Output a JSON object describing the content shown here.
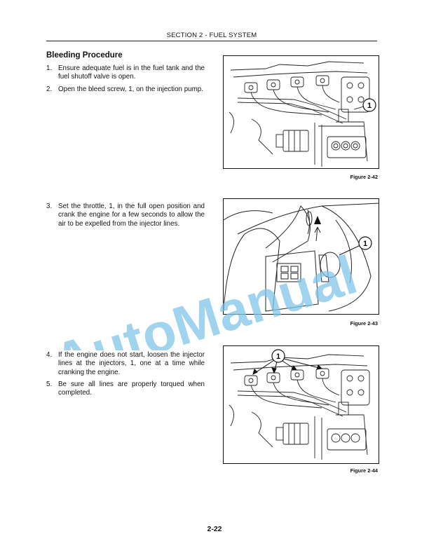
{
  "header": {
    "section_title": "SECTION 2 - FUEL SYSTEM"
  },
  "procedure": {
    "heading": "Bleeding Procedure",
    "steps": [
      {
        "number": "1.",
        "text": "Ensure adequate fuel is in the fuel tank and the fuel shutoff valve is open."
      },
      {
        "number": "2.",
        "text": "Open the bleed screw, 1, on the injection pump."
      },
      {
        "number": "3.",
        "text": "Set the throttle, 1, in the full open position and crank the engine for a few seconds to allow the air to be expelled from the injector lines."
      },
      {
        "number": "4.",
        "text": "If the engine does not start, loosen the injector lines at the injectors, 1, one at a time while cranking the engine."
      },
      {
        "number": "5.",
        "text": "Be sure all lines are properly torqued when completed."
      }
    ]
  },
  "figures": [
    {
      "caption": "Figure 2-42",
      "callout": "1"
    },
    {
      "caption": "Figure 2-43",
      "callout": "1"
    },
    {
      "caption": "Figure 2-44",
      "callout": "1"
    }
  ],
  "watermark": {
    "text": "AutoManual",
    "color": "#7fc4e8"
  },
  "footer": {
    "page_number": "2-22"
  }
}
